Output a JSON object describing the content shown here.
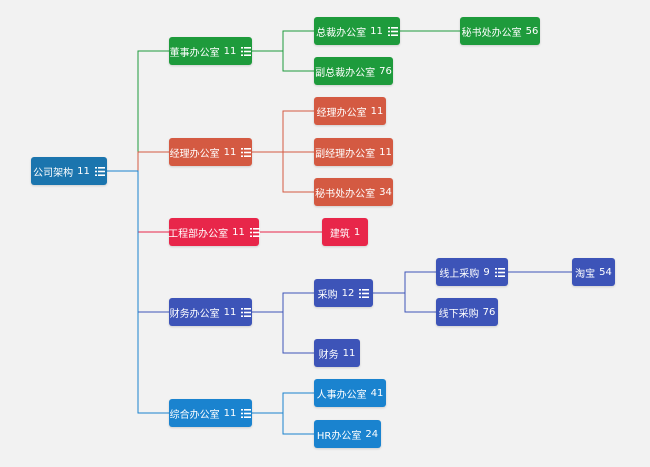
{
  "colors": {
    "root": "#1b75ae",
    "green": "#1e9b3c",
    "orange": "#d45a42",
    "red": "#e8264a",
    "indigo": "#3d54b8",
    "blue": "#1a83cf"
  },
  "nodes": [
    {
      "id": "root",
      "name": "公司架构",
      "count": "11",
      "menu": true,
      "color": "root"
    },
    {
      "id": "dongshi",
      "name": "董事办公室",
      "count": "11",
      "menu": true,
      "color": "green"
    },
    {
      "id": "zongcai",
      "name": "总裁办公室",
      "count": "11",
      "menu": true,
      "color": "green"
    },
    {
      "id": "mishu1",
      "name": "秘书处办公室",
      "count": "56",
      "menu": false,
      "color": "green"
    },
    {
      "id": "fuzongcai",
      "name": "副总裁办公室",
      "count": "76",
      "menu": false,
      "color": "green"
    },
    {
      "id": "jingli",
      "name": "经理办公室",
      "count": "11",
      "menu": true,
      "color": "orange"
    },
    {
      "id": "jingli2",
      "name": "经理办公室",
      "count": "11",
      "menu": false,
      "color": "orange"
    },
    {
      "id": "fujingli",
      "name": "副经理办公室",
      "count": "11",
      "menu": false,
      "color": "orange"
    },
    {
      "id": "mishu2",
      "name": "秘书处办公室",
      "count": "34",
      "menu": false,
      "color": "orange"
    },
    {
      "id": "gongcheng",
      "name": "工程部办公室",
      "count": "11",
      "menu": true,
      "color": "red"
    },
    {
      "id": "jianzhu",
      "name": "建筑",
      "count": "1",
      "menu": false,
      "color": "red"
    },
    {
      "id": "caiwu",
      "name": "财务办公室",
      "count": "11",
      "menu": true,
      "color": "indigo"
    },
    {
      "id": "caigou",
      "name": "采购",
      "count": "12",
      "menu": true,
      "color": "indigo"
    },
    {
      "id": "xianshang",
      "name": "线上采购",
      "count": "9",
      "menu": true,
      "color": "indigo"
    },
    {
      "id": "taobao",
      "name": "淘宝",
      "count": "54",
      "menu": false,
      "color": "indigo"
    },
    {
      "id": "xianxia",
      "name": "线下采购",
      "count": "76",
      "menu": false,
      "color": "indigo"
    },
    {
      "id": "caiwu2",
      "name": "财务",
      "count": "11",
      "menu": false,
      "color": "indigo"
    },
    {
      "id": "zonghe",
      "name": "综合办公室",
      "count": "11",
      "menu": true,
      "color": "blue"
    },
    {
      "id": "renshi",
      "name": "人事办公室",
      "count": "41",
      "menu": false,
      "color": "blue"
    },
    {
      "id": "hr",
      "name": "HR办公室",
      "count": "24",
      "menu": false,
      "color": "blue"
    }
  ],
  "edges": [
    [
      "root",
      "dongshi"
    ],
    [
      "root",
      "jingli"
    ],
    [
      "root",
      "gongcheng"
    ],
    [
      "root",
      "caiwu"
    ],
    [
      "root",
      "zonghe"
    ],
    [
      "dongshi",
      "zongcai"
    ],
    [
      "dongshi",
      "fuzongcai"
    ],
    [
      "zongcai",
      "mishu1"
    ],
    [
      "jingli",
      "jingli2"
    ],
    [
      "jingli",
      "fujingli"
    ],
    [
      "jingli",
      "mishu2"
    ],
    [
      "gongcheng",
      "jianzhu"
    ],
    [
      "caiwu",
      "caigou"
    ],
    [
      "caiwu",
      "caiwu2"
    ],
    [
      "caigou",
      "xianshang"
    ],
    [
      "caigou",
      "xianxia"
    ],
    [
      "xianshang",
      "taobao"
    ],
    [
      "zonghe",
      "renshi"
    ],
    [
      "zonghe",
      "hr"
    ]
  ]
}
